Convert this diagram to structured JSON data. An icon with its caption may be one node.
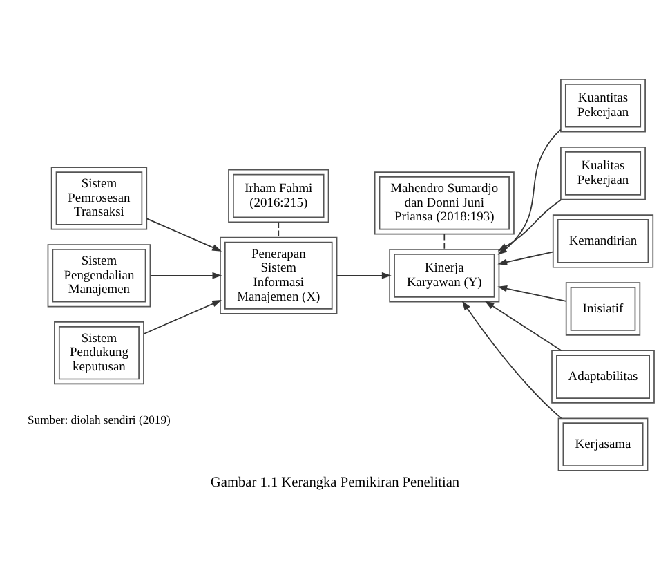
{
  "diagram": {
    "caption": "Gambar 1.1 Kerangka Pemikiran Penelitian",
    "nodes": [
      {
        "text": [
          "Sistem Pemrosesan Transaksi"
        ]
      },
      {
        "text": [
          "Sistem Pengendalian Manajemen"
        ]
      },
      {
        "text": [
          "Sistem Pendukung keputusan"
        ]
      },
      {
        "text": [
          "Irham Fahmi (2016:215)"
        ]
      },
      {
        "text": [
          "Penerapan Sistem Informasi Manajemen (X)"
        ]
      },
      {
        "text": [
          "Kinerja Karyawan (Y)"
        ]
      },
      {
        "text": [
          "Mahendro Sumardjo dan Donni Juni Priansa (2018:193)"
        ]
      },
      {
        "text": [
          "Kuantitas Pekerjaan"
        ]
      },
      {
        "text": [
          "Kualitas Pekerjaan"
        ]
      },
      {
        "text": [
          "Kemandirian"
        ]
      },
      {
        "text": [
          "Inisiatif"
        ]
      },
      {
        "text": [
          "Adaptabilitas"
        ]
      },
      {
        "text": [
          "Kerjasama"
        ]
      }
    ],
    "edges": [
      {
        "from": 0,
        "to": 4,
        "arrow": "to"
      },
      {
        "from": 1,
        "to": 4,
        "arrow": "to"
      },
      {
        "from": 2,
        "to": 4,
        "arrow": "to"
      },
      {
        "from": 4,
        "to": 5,
        "arrow": "to"
      },
      {
        "from": 3,
        "to": 4,
        "arrow": "none",
        "style": "dashed"
      },
      {
        "from": 6,
        "to": 5,
        "arrow": "none",
        "style": "dashed"
      },
      {
        "from": 7,
        "to": 5,
        "arrow": "to"
      },
      {
        "from": 8,
        "to": 5,
        "arrow": "to"
      },
      {
        "from": 9,
        "to": 5,
        "arrow": "to"
      },
      {
        "from": 10,
        "to": 5,
        "arrow": "to"
      },
      {
        "from": 11,
        "to": 5,
        "arrow": "to"
      },
      {
        "from": 12,
        "to": 5,
        "arrow": "to"
      }
    ],
    "labels": [
      "Sumber: diolah sendiri (2019)"
    ]
  }
}
